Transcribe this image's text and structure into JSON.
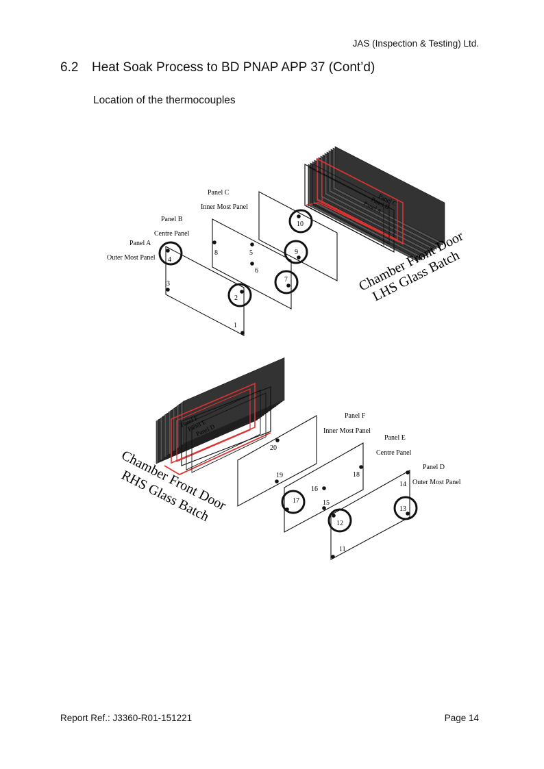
{
  "header": {
    "company": "JAS (Inspection & Testing) Ltd."
  },
  "section": {
    "number": "6.2",
    "title": "Heat Soak Process to BD PNAP APP 37 (Cont’d)"
  },
  "subheading": "Location of the thermocouples",
  "diagram_top": {
    "panel_c": "Panel C",
    "panel_c_desc": "Inner Most Panel",
    "panel_b": "Panel B",
    "panel_b_desc": "Centre Panel",
    "panel_a": "Panel A",
    "panel_a_desc": "Outer Most Panel",
    "chamber_panel_c": "Panel C",
    "chamber_panel_b": "Panel B",
    "chamber_panel_a": "Panel A",
    "chamber_line1": "Chamber Front Door",
    "chamber_line2": "LHS Glass Batch",
    "points": [
      "1",
      "2",
      "3",
      "4",
      "5",
      "6",
      "7",
      "8",
      "9",
      "10"
    ]
  },
  "diagram_bottom": {
    "panel_f": "Panel F",
    "panel_f_desc": "Inner Most Panel",
    "panel_e": "Panel E",
    "panel_e_desc": "Centre Panel",
    "panel_d": "Panel D",
    "panel_d_desc": "Outer Most Panel",
    "chamber_panel_f": "Panel F",
    "chamber_panel_e": "Panel E",
    "chamber_panel_d": "Panel D",
    "chamber_line1": "Chamber Front Door",
    "chamber_line2": "RHS Glass Batch",
    "points": [
      "11",
      "12",
      "13",
      "14",
      "15",
      "16",
      "17",
      "18",
      "19",
      "20"
    ]
  },
  "footer": {
    "report_ref": "Report Ref.:  J3360-R01-151221",
    "page": "Page 14"
  }
}
